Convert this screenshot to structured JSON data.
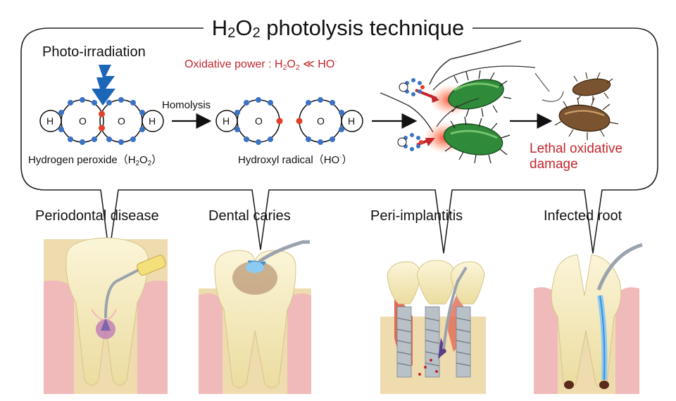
{
  "title": {
    "prefix": "H",
    "sub1": "2",
    "mid": "O",
    "sub2": "2",
    "rest": " photolysis technique"
  },
  "photo_irradiation": "Photo-irradiation",
  "oxidative_power": {
    "text": "Oxidative power : H",
    "sub1": "2",
    "mid": "O",
    "sub2": "2",
    "rel": "  ≪ HO",
    "dot": "·"
  },
  "homolysis": "Homolysis",
  "hydrogen_peroxide": {
    "text": "Hydrogen peroxide（H",
    "sub1": "2",
    "mid": "O",
    "sub2": "2",
    "end": "）"
  },
  "hydroxyl_radical": {
    "text": "Hydroxyl radical（HO",
    "dot": "·",
    "end": "）"
  },
  "lethal": "Lethal oxidative damage",
  "atoms": {
    "h": "H",
    "o": "O"
  },
  "sites": {
    "periodontal": "Periodontal disease",
    "caries": "Dental caries",
    "peri_implantitis": "Peri-implantitis",
    "infected_root": "Infected root"
  },
  "colors": {
    "accent_red": "#c3262d",
    "electron_blue": "#3b73c4",
    "arrow_blue": "#1c66b8",
    "gum_pink": "#f0b9ba",
    "bone": "#efdcae",
    "tooth": "#f8f0c8",
    "bacteria_green": "#2f8a3a",
    "bacteria_brown": "#7a5430"
  }
}
